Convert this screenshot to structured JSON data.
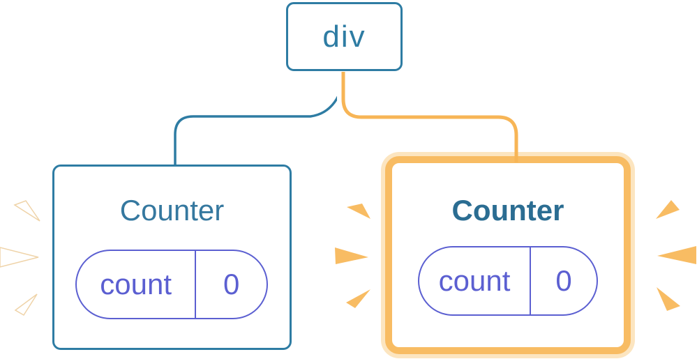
{
  "diagram": {
    "root_node": {
      "label": "div"
    },
    "counters": [
      {
        "title": "Counter",
        "state_name": "count",
        "state_value": "0",
        "highlighted": false
      },
      {
        "title": "Counter",
        "state_name": "count",
        "state_value": "0",
        "highlighted": true
      }
    ]
  },
  "icons": {
    "left_burst": "burst-sparkle-white",
    "middle_burst": "burst-sparkle-orange",
    "right_burst": "burst-sparkle-orange"
  },
  "colors": {
    "node_blue": "#2e7ca3",
    "title_blue": "#35789f",
    "title_blue_bold": "#2b6d92",
    "state_purple": "#5b5fd1",
    "highlight_orange": "#f8bc63",
    "highlight_orange_light": "#fce5c0",
    "connector_orange": "#f7b556",
    "background": "#ffffff"
  }
}
